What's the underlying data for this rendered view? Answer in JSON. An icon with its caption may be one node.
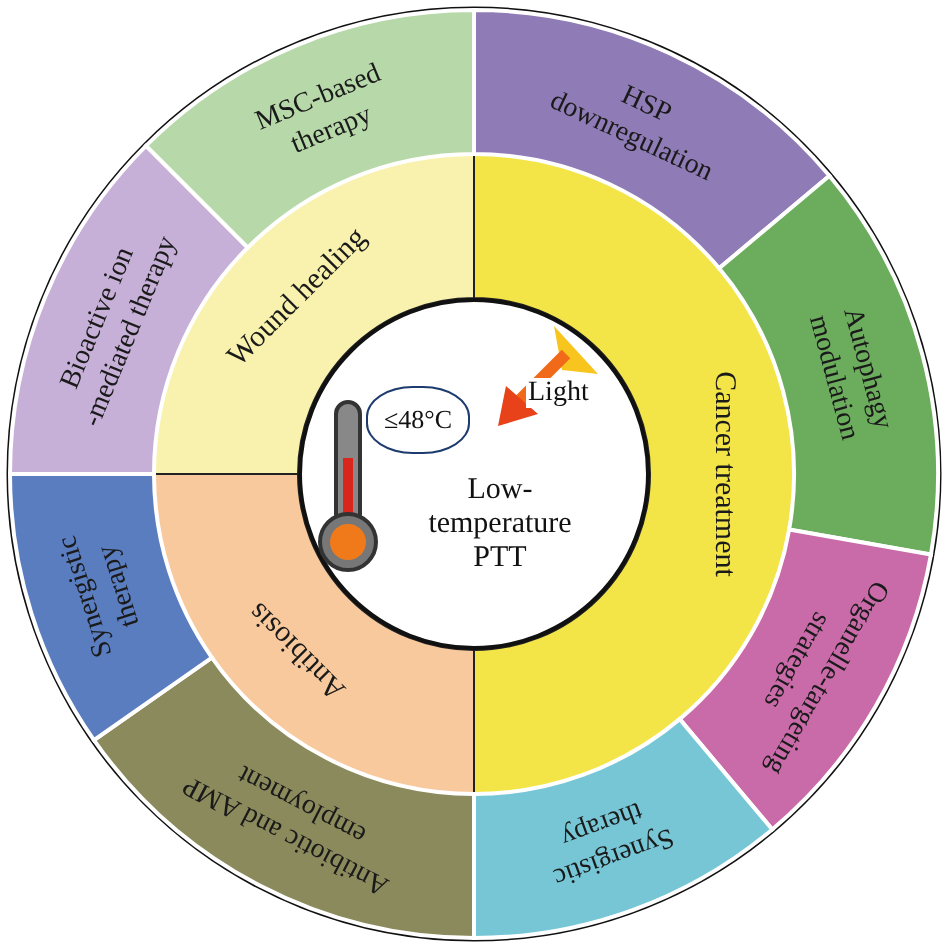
{
  "diagram": {
    "nodes": [
      {
        "text": [
          "Low- temperature PTT"
        ]
      },
      {
        "text": [
          "≤48°C"
        ],
        "in": 0
      },
      {
        "text": [
          "Wound healing"
        ]
      },
      {
        "text": [
          "Cancer treatment"
        ]
      },
      {
        "text": [
          "Antibiosis"
        ]
      },
      {
        "text": [
          "MSC-based therapy"
        ]
      },
      {
        "text": [
          "HSP downregulation"
        ]
      },
      {
        "text": [
          "Autophagy modulation"
        ]
      },
      {
        "text": [
          "Organelle-targeting strategies"
        ]
      },
      {
        "text": [
          "Synergistic therapy"
        ]
      },
      {
        "text": [
          "Antibiotic and AMP employment"
        ]
      },
      {
        "text": [
          "Synergistic therapy"
        ]
      },
      {
        "text": [
          "Bioactive ion -mediated therapy"
        ]
      }
    ],
    "labels": [
      "Light"
    ]
  }
}
